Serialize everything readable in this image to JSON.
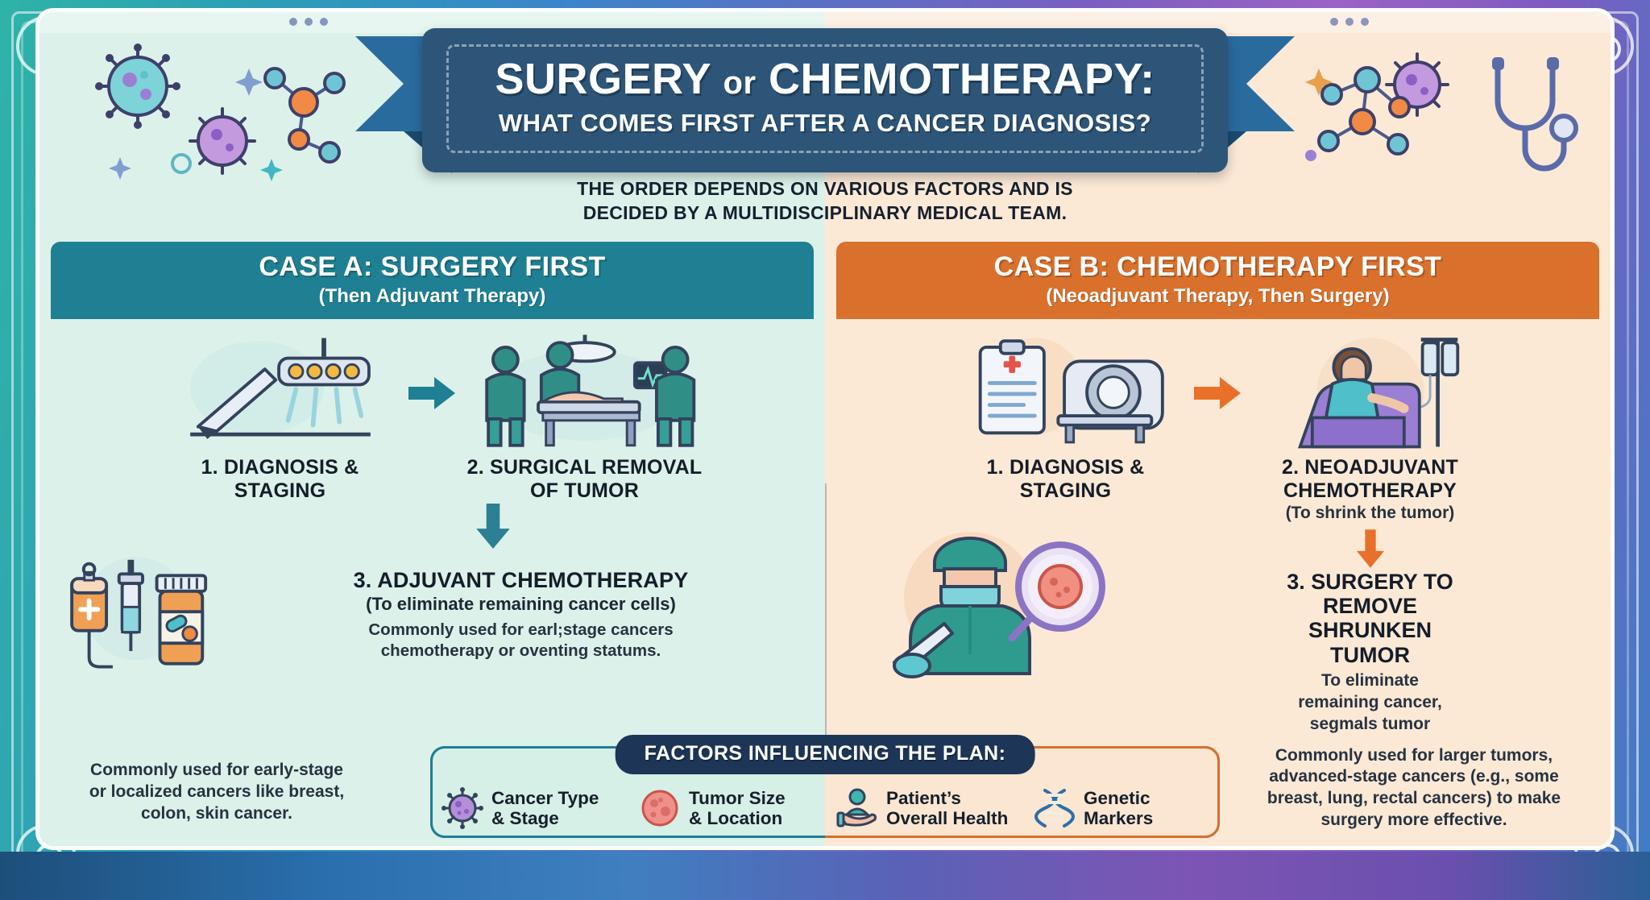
{
  "header": {
    "title_part1": "SURGERY",
    "title_or": "or",
    "title_part2": "CHEMOTHERAPY:",
    "subtitle": "WHAT COMES FIRST AFTER A CANCER DIAGNOSIS?",
    "lede_line1": "THE ORDER DEPENDS ON VARIOUS FACTORS AND IS",
    "lede_line2": "DECIDED BY A MULTIDISCIPLINARY MEDICAL TEAM."
  },
  "colors": {
    "case_a_header": "#1f7f93",
    "case_b_header": "#d9702c",
    "case_a_bg": "#dcf1ea",
    "case_b_bg": "#fbe9d6",
    "ribbon": "#2c5578",
    "pill": "#1d3557",
    "arrow_teal": "#1f7f93",
    "arrow_orange": "#e8702a"
  },
  "case_a": {
    "heading": "CASE A: SURGERY FIRST",
    "subheading": "(Then Adjuvant Therapy)",
    "step1": {
      "label": "1. DIAGNOSIS & STAGING",
      "icon": "scalpel-and-surgical-lamp-icon"
    },
    "arrow1": "arrow-right-icon",
    "step2": {
      "label_line1": "2. SURGICAL REMOVAL",
      "label_line2": "OF TUMOR",
      "icon": "operating-room-team-icon"
    },
    "arrow2": "arrow-down-icon",
    "step3": {
      "icon": "iv-bag-syringe-pill-bottle-icon",
      "title": "3. ADJUVANT CHEMOTHERAPY",
      "paren": "(To eliminate remaining cancer cells)",
      "note_line1": "Commonly used for earl;stage cancers",
      "note_line2": "chemotherapy or oventing statums."
    },
    "bottom_note_line1": "Commonly used for early-stage",
    "bottom_note_line2": "or localized cancers like breast,",
    "bottom_note_line3": "colon, skin cancer."
  },
  "case_b": {
    "heading": "CASE B: CHEMOTHERAPY FIRST",
    "subheading": "(Neoadjuvant Therapy, Then Surgery)",
    "step1": {
      "label": "1. DIAGNOSIS & STAGING",
      "icon": "clipboard-and-mri-scanner-icon"
    },
    "arrow1": "arrow-right-icon",
    "step2": {
      "label_line1": "2. NEOADJUVANT",
      "label_line2": "CHEMOTHERAPY",
      "paren": "(To shrink the tumor)",
      "icon": "patient-receiving-iv-chemo-icon"
    },
    "arrow2": "arrow-down-icon",
    "step3": {
      "title_line1": "3. SURGERY TO REMOVE",
      "title_line2": "SHRUNKEN TUMOR",
      "note_line1": "To eliminate remaining cancer,",
      "note_line2": "segmals tumor",
      "icon": "surgeon-with-tumor-magnifier-icon"
    },
    "bottom_note_line1": "Commonly used for larger tumors,",
    "bottom_note_line2": "advanced-stage cancers (e.g., some",
    "bottom_note_line3": "breast, lung, rectal cancers) to make",
    "bottom_note_line4": "surgery more effective."
  },
  "factors": {
    "title": "FACTORS INFLUENCING THE PLAN:",
    "items": [
      {
        "icon": "virus-cell-icon",
        "line1": "Cancer Type",
        "line2": "& Stage"
      },
      {
        "icon": "tumor-mass-icon",
        "line1": "Tumor Size",
        "line2": "& Location"
      },
      {
        "icon": "patient-in-hand-icon",
        "line1": "Patient’s",
        "line2": "Overall Health"
      },
      {
        "icon": "dna-helix-icon",
        "line1": "Genetic",
        "line2": "Markers"
      }
    ]
  }
}
